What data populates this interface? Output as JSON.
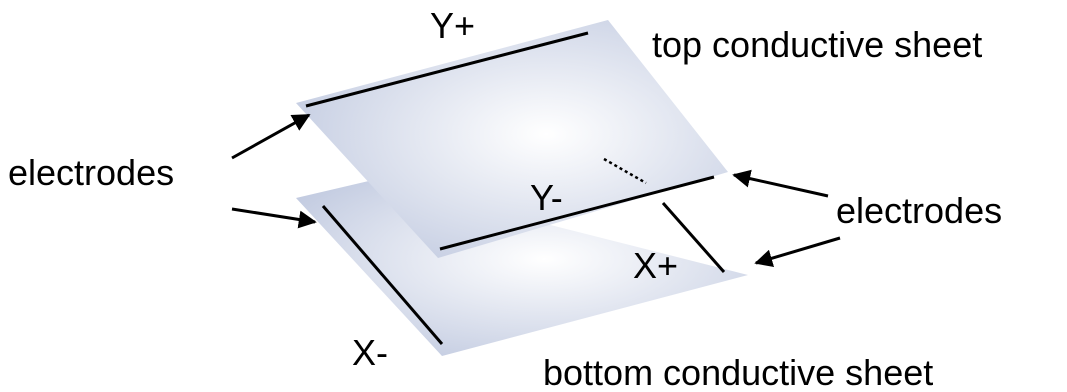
{
  "labels": {
    "y_plus": "Y+",
    "y_minus": "Y-",
    "x_plus": "X+",
    "x_minus": "X-",
    "top_sheet": "top conductive sheet",
    "bottom_sheet": "bottom conductive sheet",
    "electrodes_left": "electrodes",
    "electrodes_right": "electrodes"
  },
  "colors": {
    "sheet_light": "#ffffff",
    "sheet_dark": "#b9c3dc",
    "line": "#000000"
  }
}
